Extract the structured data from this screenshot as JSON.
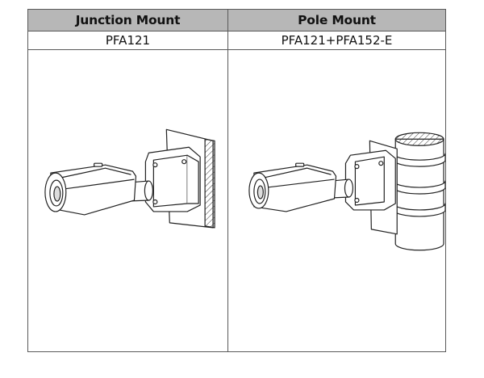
{
  "table": {
    "headers": [
      "Junction Mount",
      "Pole Mount"
    ],
    "models": [
      "PFA121",
      "PFA121+PFA152-E"
    ]
  }
}
